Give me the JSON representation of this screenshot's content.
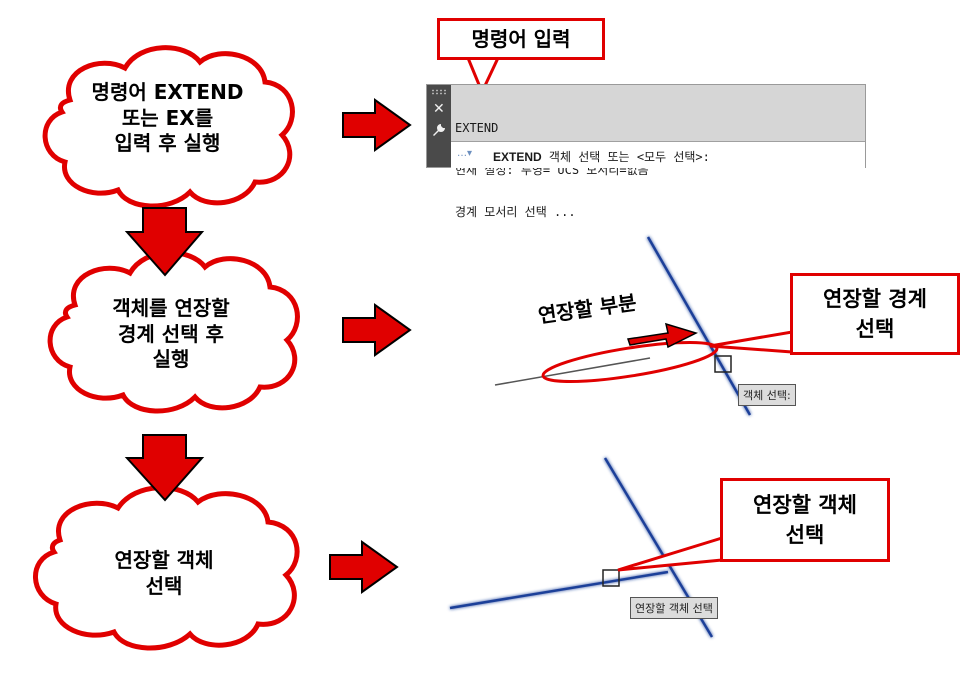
{
  "steps": [
    {
      "line1": "명령어 EXTEND",
      "line2": "또는 EX를",
      "line3": "입력 후 실행"
    },
    {
      "line1": "객체를 연장할",
      "line2": "경계 선택 후",
      "line3": "실행"
    },
    {
      "line1": "연장할 객체",
      "line2": "선택"
    }
  ],
  "callouts": {
    "command_input": "명령어 입력",
    "select_boundary": {
      "line1": "연장할 경계",
      "line2": "선택"
    },
    "select_object": {
      "line1": "연장할 객체",
      "line2": "선택"
    }
  },
  "command_line": {
    "history": [
      "EXTEND",
      "현재 설정: 투영= UCS 모서리=없음",
      "경계 모서리 선택 ..."
    ],
    "prompt_command": "EXTEND",
    "prompt_text": " 객체 선택 또는 <모두 선택>:"
  },
  "annotations": {
    "extend_part": "연장할 부분"
  },
  "tooltips": {
    "select_objects": "객체 선택:",
    "select_object_to_extend": "연장할 객체 선택"
  },
  "colors": {
    "arrow": "#e00000",
    "callout_border": "#e00000",
    "boundary_line": "#1f3f99"
  }
}
